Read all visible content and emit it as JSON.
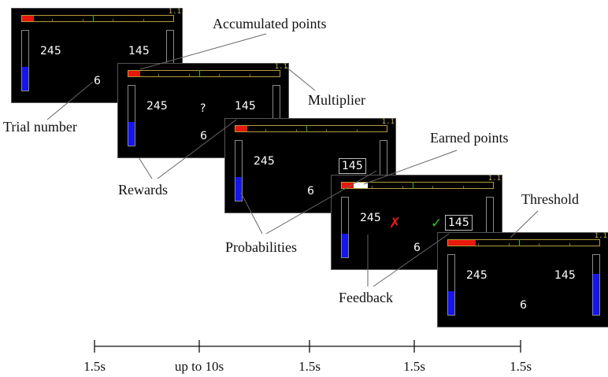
{
  "screens": [
    {
      "left_reward": "245",
      "right_reward": "145",
      "trial": "6",
      "multiplier": "1.1",
      "center": "",
      "accumulated": 0.08,
      "earned": 0,
      "left_prob": 0.4,
      "right_prob": 0.32,
      "boxed_right": false,
      "feedback": false
    },
    {
      "left_reward": "245",
      "right_reward": "145",
      "trial": "6",
      "multiplier": "1.1",
      "center": "?",
      "accumulated": 0.08,
      "earned": 0,
      "left_prob": 0.4,
      "right_prob": 0.32,
      "boxed_right": false,
      "feedback": false
    },
    {
      "left_reward": "245",
      "right_reward": "145",
      "trial": "6",
      "multiplier": "1.1",
      "center": "",
      "accumulated": 0.08,
      "earned": 0,
      "left_prob": 0.4,
      "right_prob": 0.32,
      "boxed_right": true,
      "feedback": false
    },
    {
      "left_reward": "245",
      "right_reward": "145",
      "trial": "6",
      "multiplier": "1.1",
      "center": "",
      "accumulated": 0.08,
      "earned": 0.09,
      "left_prob": 0.4,
      "right_prob": 0.32,
      "boxed_right": true,
      "feedback": true
    },
    {
      "left_reward": "245",
      "right_reward": "145",
      "trial": "6",
      "multiplier": "1.1",
      "center": "",
      "accumulated": 0.18,
      "earned": 0,
      "left_prob": 0.4,
      "right_prob": 0.68,
      "boxed_right": false,
      "feedback": false
    }
  ],
  "feedback_marks": {
    "wrong": "✗",
    "correct": "✓"
  },
  "annotations": {
    "accumulated_points": "Accumulated points",
    "multiplier": "Multiplier",
    "trial_number": "Trial number",
    "rewards": "Rewards",
    "earned_points": "Earned points",
    "probabilities": "Probabilities",
    "threshold": "Threshold",
    "feedback": "Feedback"
  },
  "timeline": {
    "labels": [
      "1.5s",
      "up to 10s",
      "1.5s",
      "1.5s",
      "1.5s"
    ]
  },
  "colors": {
    "accumulated": "#e8180c",
    "earned": "#ffffff",
    "probability": "#1515f0",
    "threshold": "#2fb82f",
    "wrong": "#e8181a",
    "correct": "#1fd01f"
  }
}
